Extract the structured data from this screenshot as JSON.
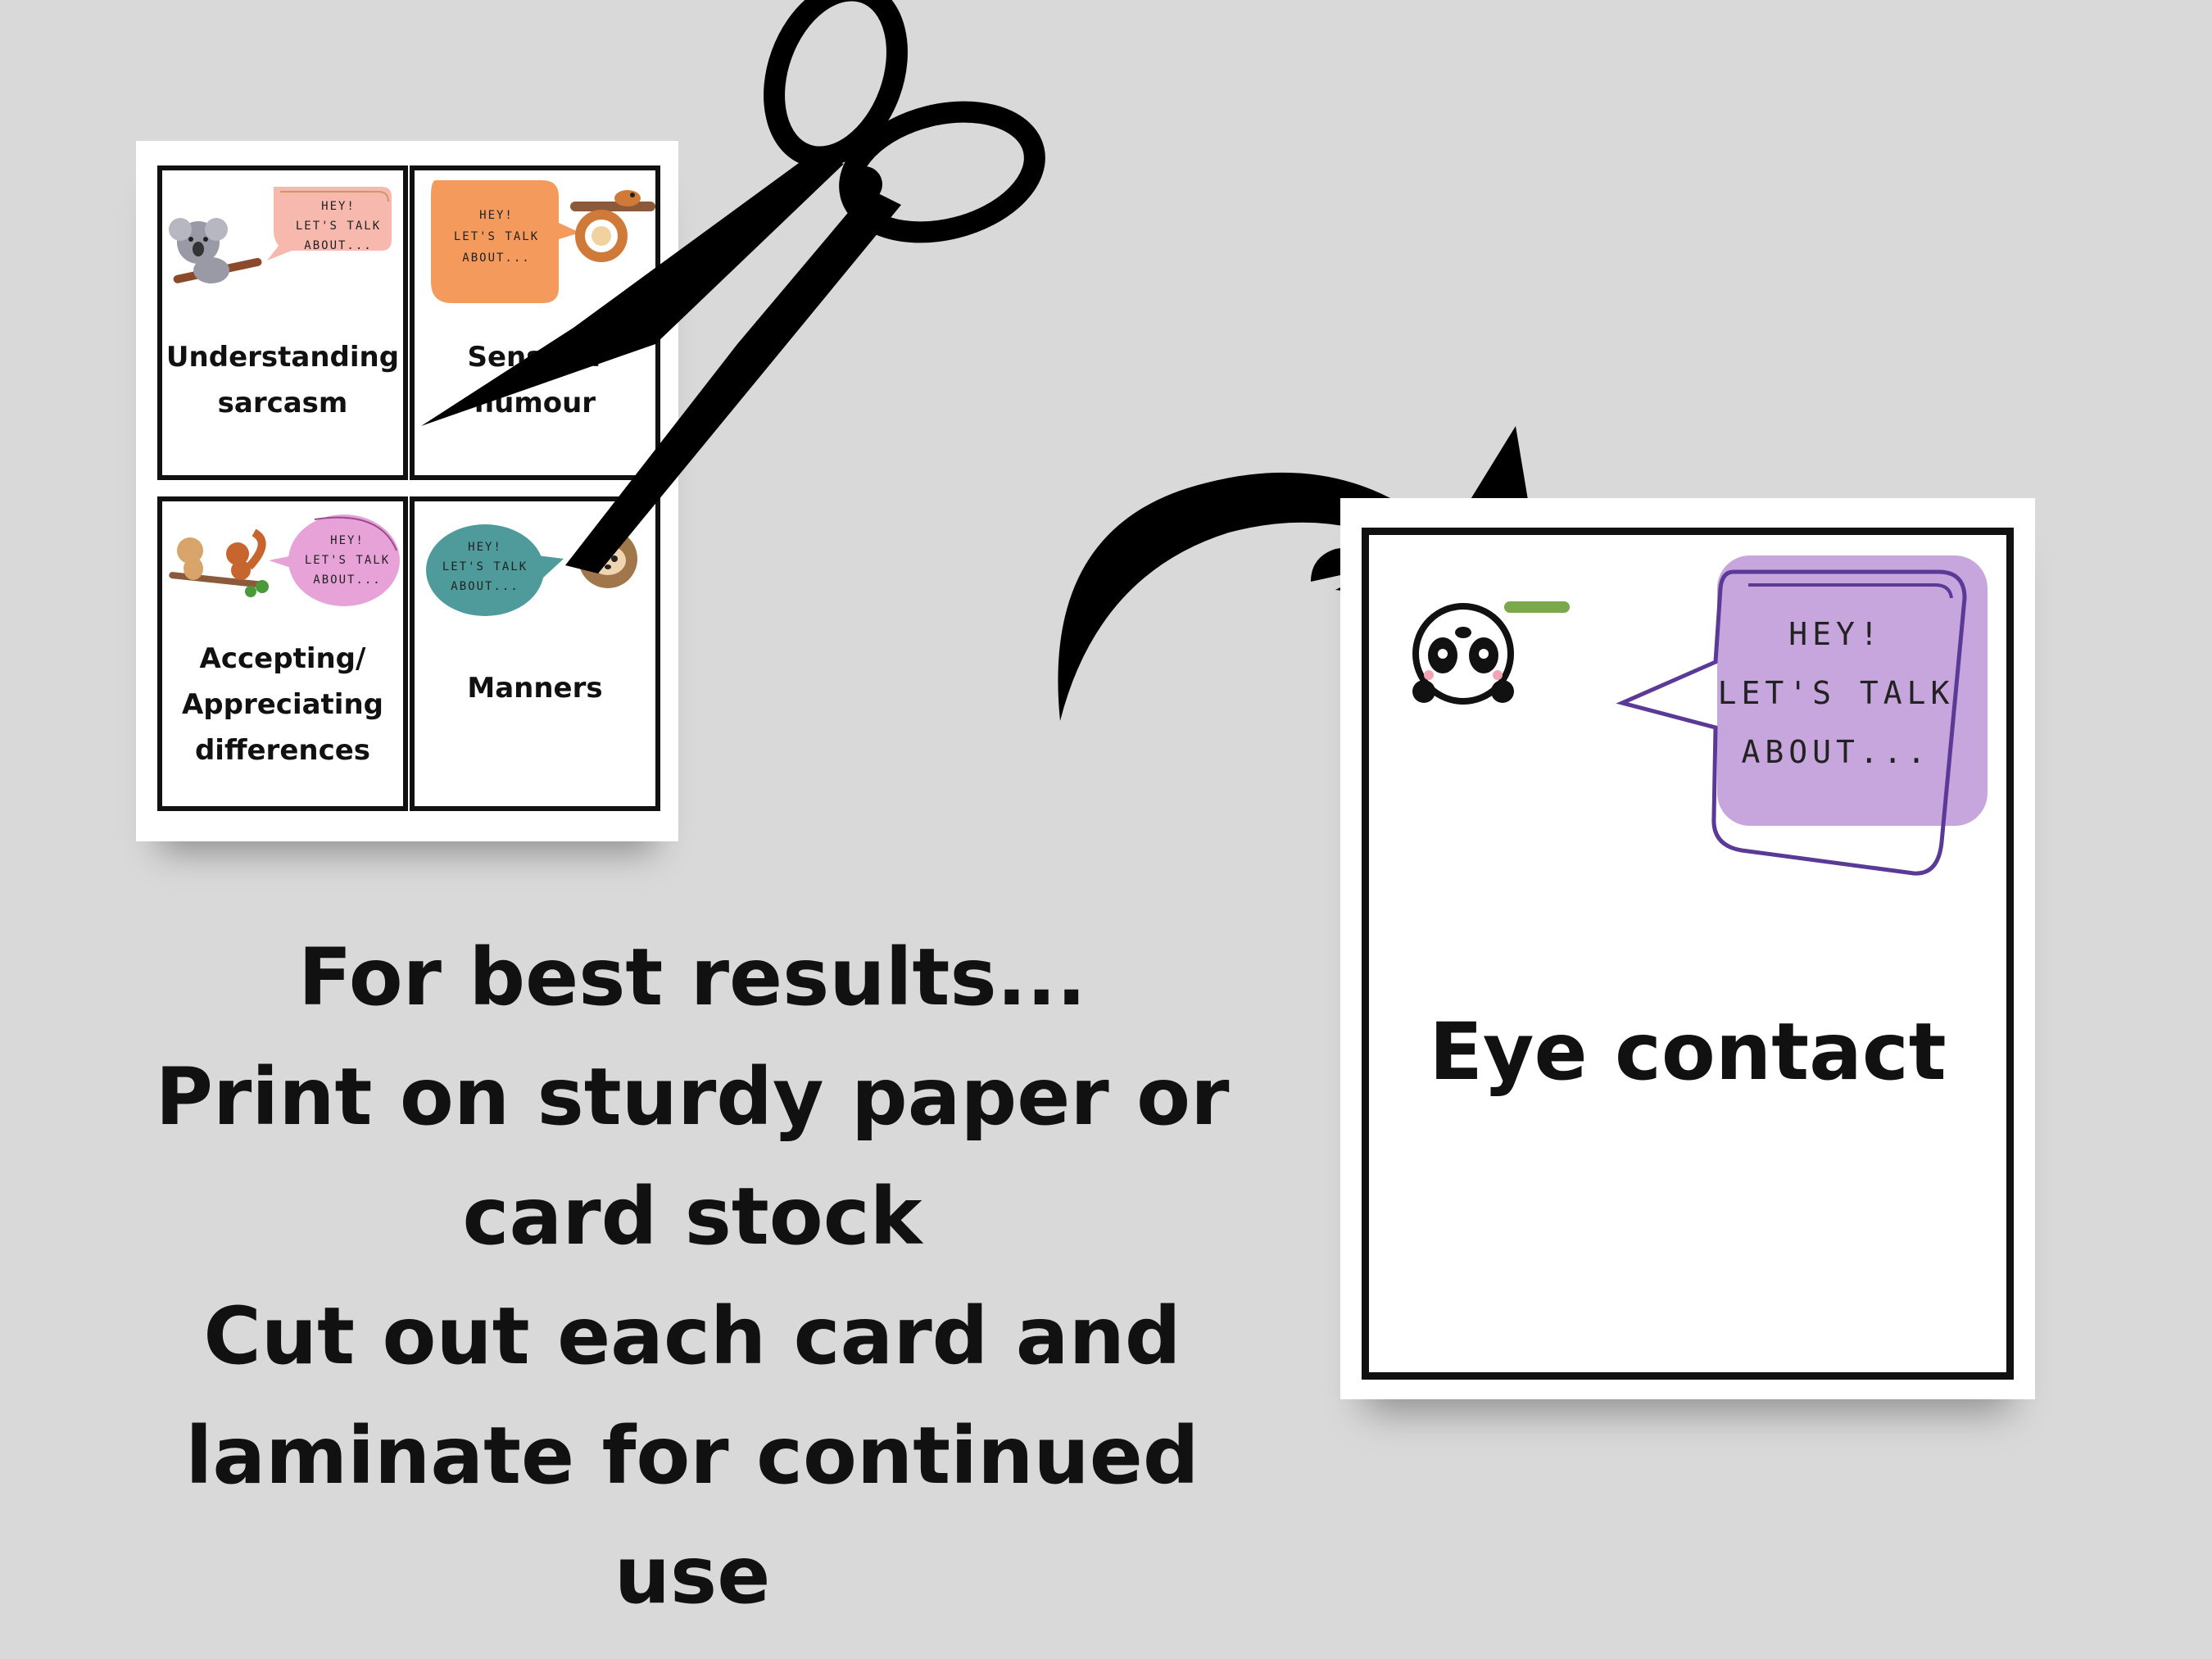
{
  "mini_cards": [
    {
      "title": "Understanding\nsarcasm",
      "bubble": "HEY!\nLET'S TALK\nABOUT...",
      "bubble_color": "#f7b8ad",
      "animal": "koala"
    },
    {
      "title": "Sense of\nhumour",
      "bubble": "HEY!\nLET'S TALK\nABOUT...",
      "bubble_color": "#f39a5c",
      "animal": "snake"
    },
    {
      "title": "Accepting/\nAppreciating\ndifferences",
      "bubble": "HEY!\nLET'S TALK\nABOUT...",
      "bubble_color": "#e7a2d8",
      "animal": "squirrels"
    },
    {
      "title": "Manners",
      "bubble": "HEY!\nLET'S TALK\nABOUT...",
      "bubble_color": "#4f9a9a",
      "animal": "sloth"
    }
  ],
  "big_card": {
    "title": "Eye contact",
    "bubble": "HEY!\nLET'S TALK\nABOUT...",
    "bubble_color": "#c6a6dc",
    "animal": "panda"
  },
  "instructions": {
    "line1": "For best results...",
    "line2": "Print on sturdy paper or",
    "line3": "card stock",
    "line4": "Cut out each card and",
    "line5": "laminate for continued",
    "line6": "use"
  },
  "icons": {
    "scissors": "scissors-icon",
    "arrow": "curved-arrow-icon"
  }
}
